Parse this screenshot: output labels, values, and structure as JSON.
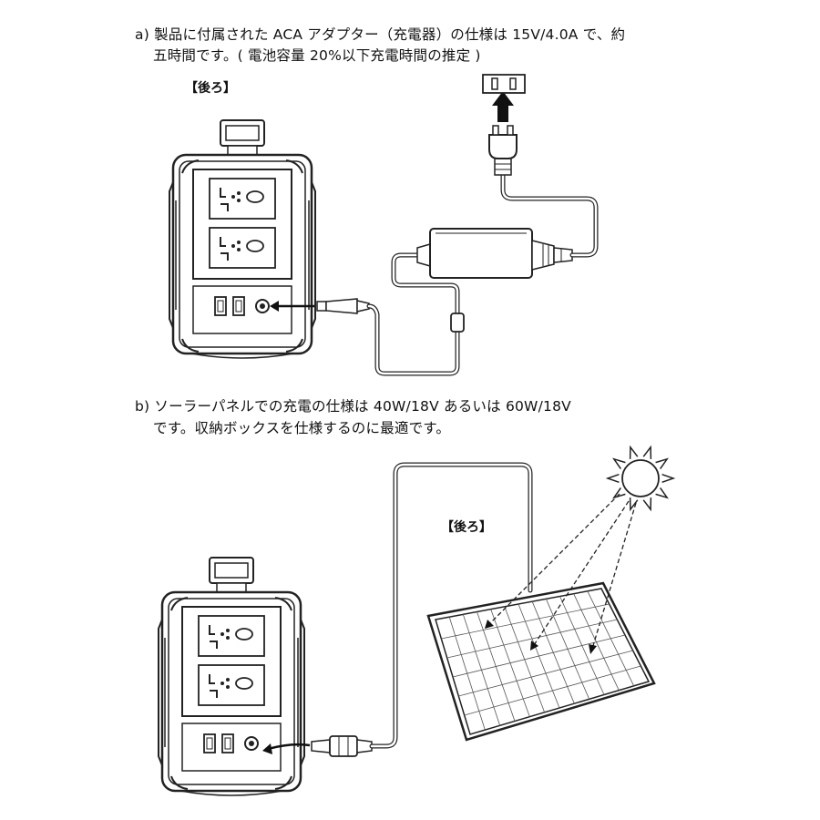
{
  "section_a": {
    "line1": "a) 製品に付属された ACA アダプター（充電器）の仕様は 15V/4.0A で、約",
    "line2": "五時間です。( 電池容量 20%以下充電時間の推定 )",
    "rear_label": "【後ろ】"
  },
  "section_b": {
    "line1": "b) ソーラーパネルでの充電の仕様は 40W/18V あるいは 60W/18V",
    "line2": "です。収納ボックスを仕様するのに最適です。",
    "rear_label": "【後ろ】"
  }
}
